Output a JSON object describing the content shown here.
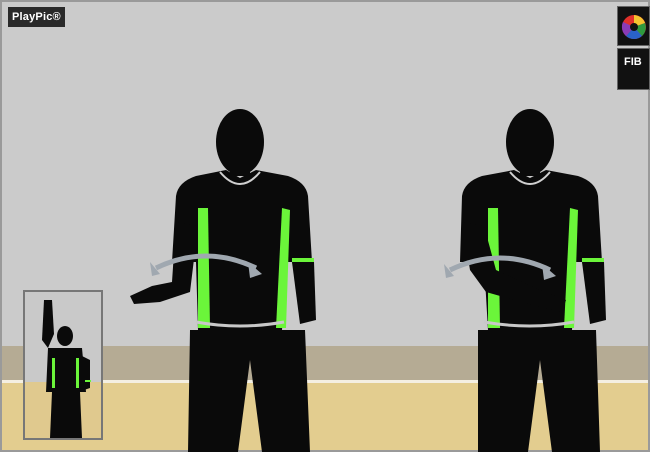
{
  "brand": {
    "label": "PlayPic®"
  },
  "badge": {
    "text": "FIB"
  },
  "colors": {
    "wall": "#cbcbcb",
    "baseboard": "#b5ab94",
    "floor": "#e3cd8f",
    "silhouette": "#0a0a0a",
    "jersey_accent": "#6bf53a",
    "motion_arrow": "#a0a8b0"
  },
  "icons": {
    "logo_top": "color-wheel-logo",
    "logo_bottom": "federation-badge"
  }
}
